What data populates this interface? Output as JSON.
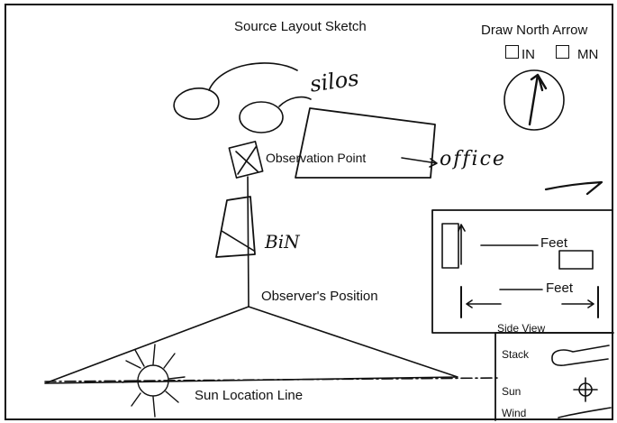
{
  "title": "Source Layout Sketch",
  "north_arrow": {
    "label": "Draw North Arrow",
    "options": [
      "IN",
      "MN"
    ]
  },
  "labels": {
    "observation_point": "Observation Point",
    "observers_position": "Observer's Position",
    "sun_location_line": "Sun Location Line"
  },
  "handwritten": {
    "silos": "silos",
    "office": "office",
    "bin": "BiN"
  },
  "side_view": {
    "label": "Side View",
    "feet_vertical": "Feet",
    "feet_horizontal": "Feet"
  },
  "legend": {
    "stack": "Stack",
    "sun": "Sun",
    "wind": "Wind"
  }
}
